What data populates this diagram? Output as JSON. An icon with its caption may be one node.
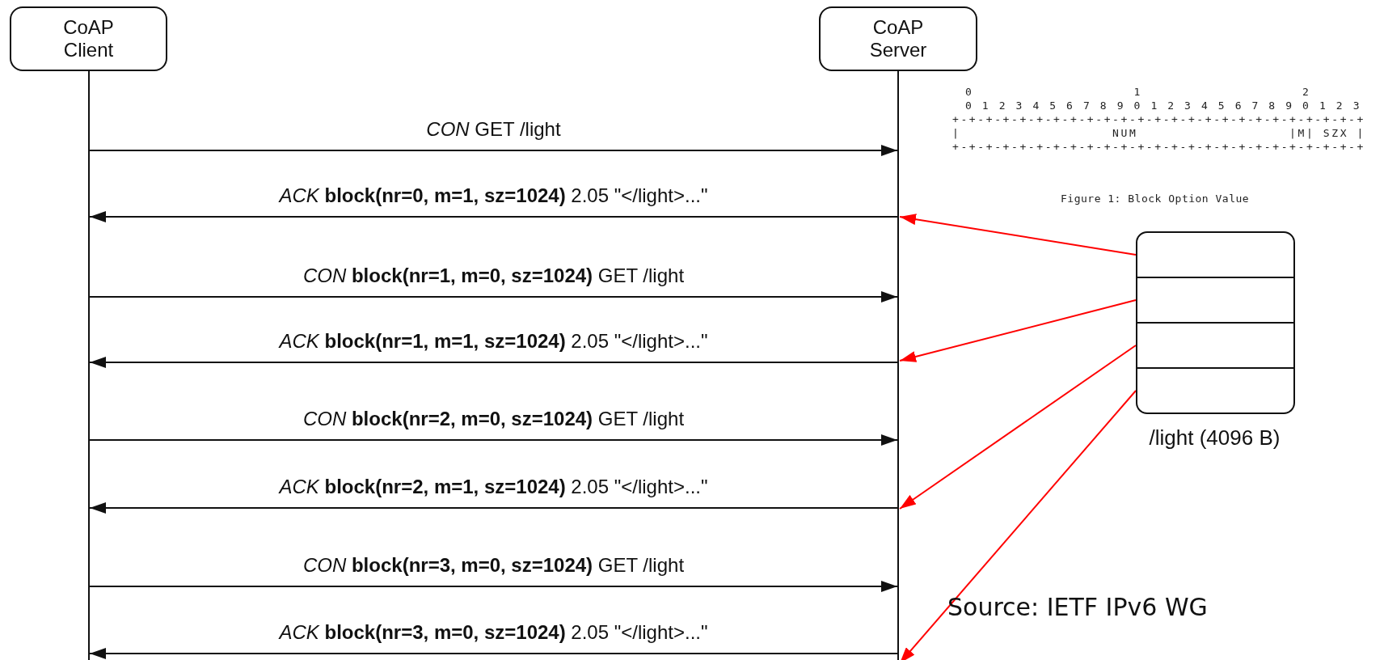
{
  "diagram": {
    "nodes": [
      {
        "text": [
          "CoAP Client"
        ]
      },
      {
        "text": [
          "CoAP Server"
        ]
      },
      {
        "text": [
          "/light (4096 B)"
        ]
      },
      {
        "text": [],
        "shape": "box",
        "in": 2
      },
      {
        "text": [],
        "shape": "box",
        "in": 2
      },
      {
        "text": [],
        "shape": "box",
        "in": 2
      },
      {
        "text": [],
        "shape": "box",
        "in": 2
      }
    ],
    "edges": [
      {
        "from": 0,
        "to": 1,
        "arrow": "to",
        "label": "*CON* GET /light"
      },
      {
        "from": 1,
        "to": 0,
        "arrow": "to",
        "label": "*ACK* **block(nr=0, m=1, sz=1024)** 2.05 \"</light>...\""
      },
      {
        "from": 0,
        "to": 1,
        "arrow": "to",
        "label": "*CON* **block(nr=1, m=0, sz=1024)** GET /light"
      },
      {
        "from": 1,
        "to": 0,
        "arrow": "to",
        "label": "*ACK* **block(nr=1, m=1, sz=1024)** 2.05 \"</light>...\""
      },
      {
        "from": 0,
        "to": 1,
        "arrow": "to",
        "label": "*CON* **block(nr=2, m=0, sz=1024)** GET /light"
      },
      {
        "from": 1,
        "to": 0,
        "arrow": "to",
        "label": "*ACK* **block(nr=2, m=1, sz=1024)** 2.05 \"</light>...\""
      },
      {
        "from": 0,
        "to": 1,
        "arrow": "to",
        "label": "*CON* **block(nr=3, m=0, sz=1024)** GET /light"
      },
      {
        "from": 1,
        "to": 0,
        "arrow": "to",
        "label": "*ACK* **block(nr=3, m=0, sz=1024)** 2.05 \"</light>...\""
      },
      {
        "from": 3,
        "to": 1,
        "arrow": "to",
        "color": "#ff0000"
      },
      {
        "from": 4,
        "to": 1,
        "arrow": "to",
        "color": "#ff0000"
      },
      {
        "from": 5,
        "to": 1,
        "arrow": "to",
        "color": "#ff0000"
      },
      {
        "from": 6,
        "to": 1,
        "arrow": "to",
        "color": "#ff0000"
      }
    ],
    "labels": [
      "0                   1                   2",
      "0 1 2 3 4 5 6 7 8 9 0 1 2 3 4 5 6 7 8 9 0 1 2 3",
      "+-+-+-+-+-+-+-+-+-+-+-+-+-+-+-+-+-+-+-+-+-+-+-+-+",
      "|                  NUM                  |M| SZX |",
      "+-+-+-+-+-+-+-+-+-+-+-+-+-+-+-+-+-+-+-+-+-+-+-+-+",
      "Figure 1: Block Option Value",
      "Source: IETF IPv6 WG"
    ]
  }
}
